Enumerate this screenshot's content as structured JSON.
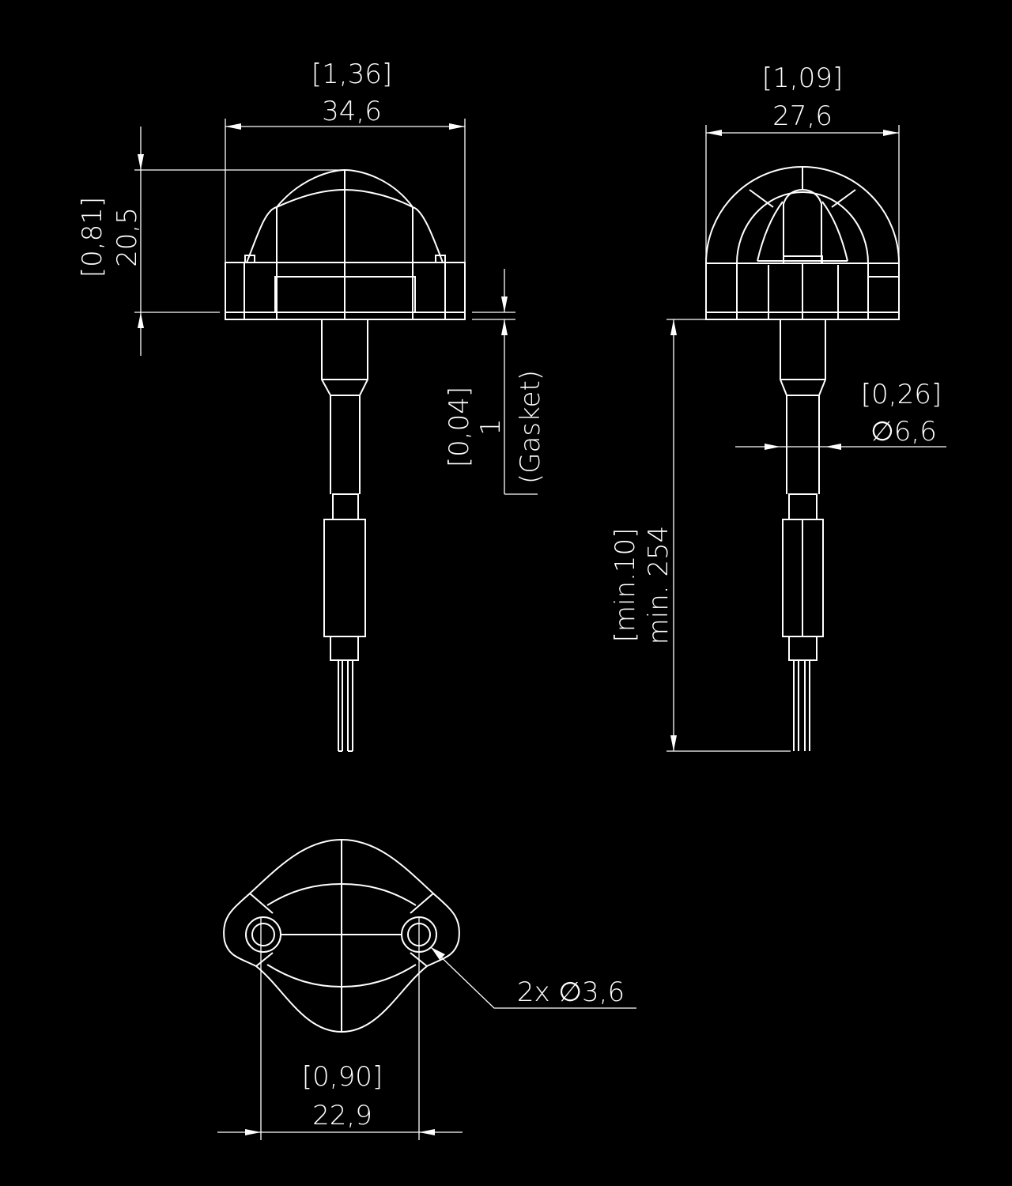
{
  "colors": {
    "background": "#000000",
    "lines": "#ffffff"
  },
  "front_view": {
    "width_inch": "[1,36]",
    "width_mm": "34,6",
    "height_inch": "[0,81]",
    "height_mm": "20,5",
    "gasket_inch": "[0,04]",
    "gasket_mm": "1",
    "gasket_label": "(Gasket)"
  },
  "side_view": {
    "width_inch": "[1,09]",
    "width_mm": "27,6",
    "diameter_inch": "[0,26]",
    "diameter_mm": "∅6,6",
    "length_inch": "[min.10]",
    "length_mm": "min. 254"
  },
  "top_view": {
    "spacing_inch": "[0,90]",
    "spacing_mm": "22,9",
    "holes_label": "2x ∅3,6"
  }
}
